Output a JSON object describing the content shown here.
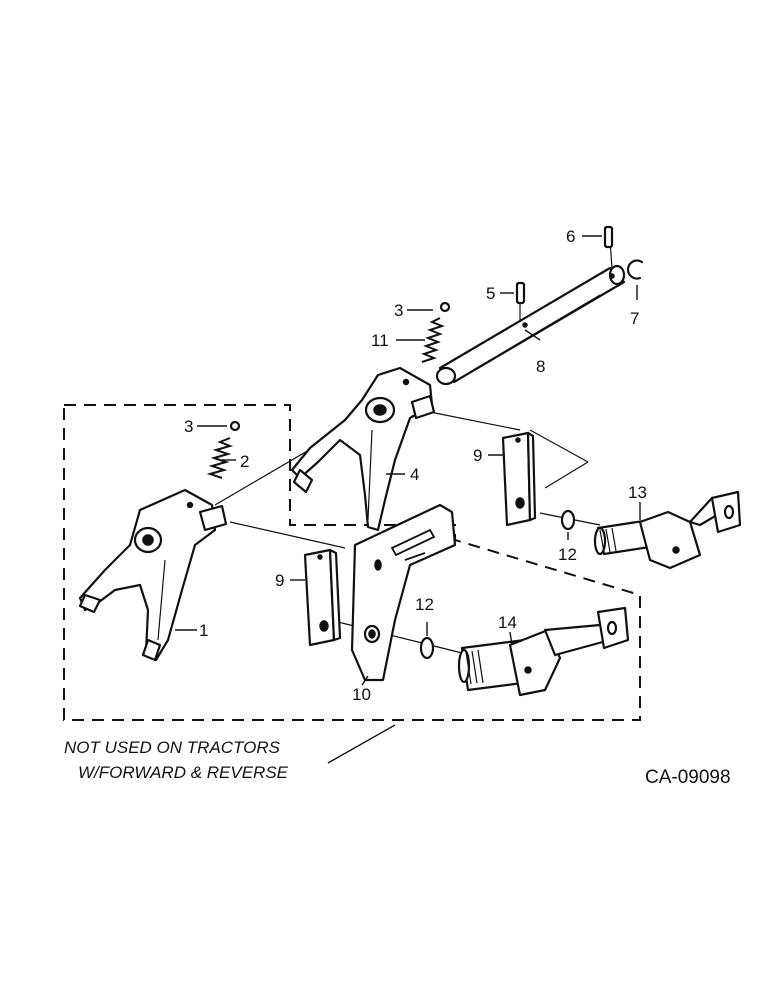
{
  "callouts": {
    "c1": "1",
    "c2": "2",
    "c3a": "3",
    "c3b": "3",
    "c4": "4",
    "c5": "5",
    "c6": "6",
    "c7": "7",
    "c8": "8",
    "c9a": "9",
    "c9b": "9",
    "c10": "10",
    "c11": "11",
    "c12a": "12",
    "c12b": "12",
    "c13": "13",
    "c14": "14"
  },
  "note": {
    "line1": "NOT USED ON TRACTORS",
    "line2": "W/FORWARD & REVERSE"
  },
  "drawing_code": "CA-09098"
}
